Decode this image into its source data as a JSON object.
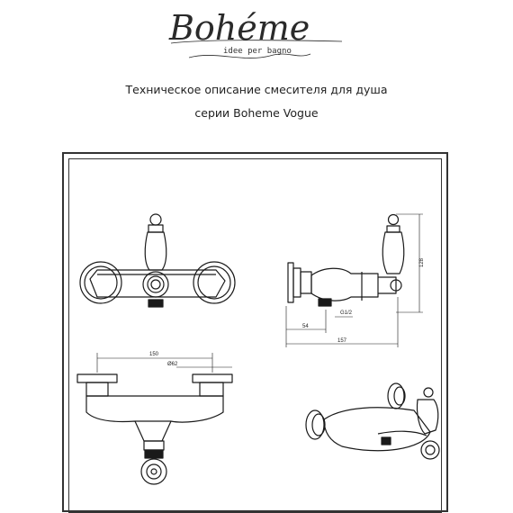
{
  "brand": {
    "logo_text": "Bohéme",
    "tagline": "idee per bagno"
  },
  "document": {
    "title_line1": "Техническое описание смесителя для душа",
    "title_line2": "серии Boheme Vogue"
  },
  "dimensions": {
    "height": "128",
    "thread": "G1/2",
    "offset": "54",
    "depth": "157",
    "width": "150",
    "diameter": "Ø62"
  },
  "colors": {
    "line": "#1a1a1a",
    "frame": "#333333"
  }
}
